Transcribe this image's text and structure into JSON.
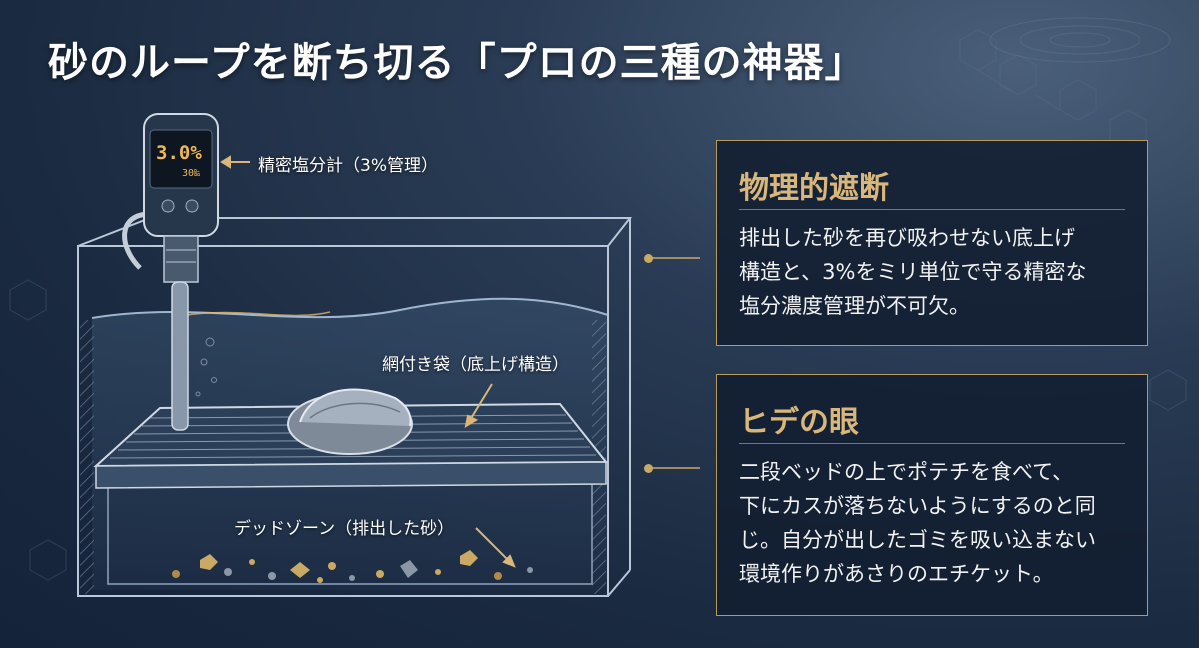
{
  "title": "砂のループを断ち切る「プロの三種の神器」",
  "meter": {
    "main_reading": "3.0%",
    "sub_reading": "30‰"
  },
  "labels": {
    "refractometer": "精密塩分計（3%管理）",
    "mesh_bag": "網付き袋（底上げ構造）",
    "dead_zone": "デッドゾーン（排出した砂）"
  },
  "panels": [
    {
      "heading": "物理的遮断",
      "lines": [
        "排出した砂を再び吸わせない底上げ",
        "構造と、3%をミリ単位で守る精密な",
        "塩分濃度管理が不可欠。"
      ]
    },
    {
      "heading": "ヒデの眼",
      "lines": [
        "二段ベッドの上でポテチを食べて、",
        "下にカスが落ちないようにするのと同",
        "じ。自分が出したゴミを吸い込まない",
        "環境作りがあさりのエチケット。"
      ]
    }
  ],
  "colors": {
    "accent_gold": "#d9b77a",
    "panel_border": "#b89a5a",
    "meter_digits": "#f0b850"
  },
  "icons": [
    "salinity-meter-icon",
    "clam-icon",
    "arrow-icon"
  ]
}
